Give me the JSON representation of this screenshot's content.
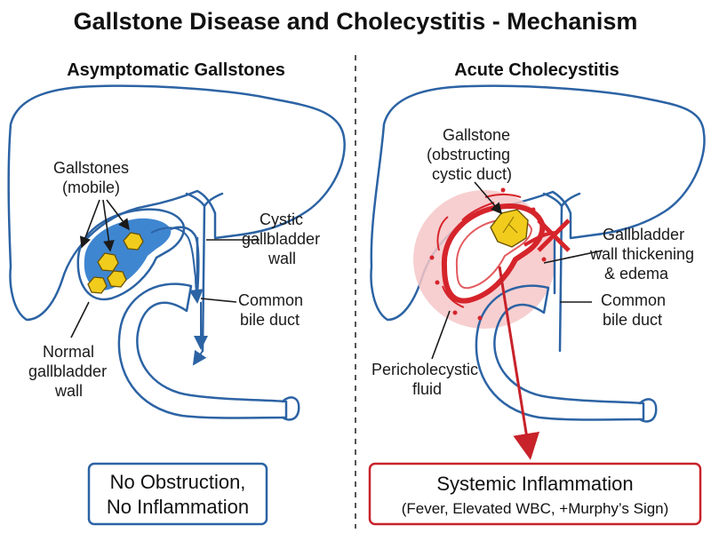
{
  "title": "Gallstone Disease and Cholecystitis - Mechanism",
  "colors": {
    "organ_outline": "#2c63a4",
    "bile": "#3f86d1",
    "stone": "#f1cc1d",
    "inflammation": "#d6242b",
    "inflammation_halo": "#f6c7c8",
    "divider": "#555555"
  },
  "left_panel": {
    "heading": "Asymptomatic Gallstones",
    "labels": {
      "gallstones_line1": "Gallstones",
      "gallstones_line2": "(mobile)",
      "cystic_line1": "Cystic",
      "cystic_line2": "gallbladder",
      "cystic_line3": "wall",
      "common_line1": "Common",
      "common_line2": "bile duct",
      "normal_line1": "Normal",
      "normal_line2": "gallbladder",
      "normal_line3": "wall"
    },
    "summary_box": {
      "line1": "No Obstruction,",
      "line2": "No Inflammation"
    }
  },
  "right_panel": {
    "heading": "Acute Cholecystitis",
    "labels": {
      "gallstone_line1": "Gallstone",
      "gallstone_line2": "(obstructing",
      "gallstone_line3": "cystic duct)",
      "wall_line1": "Gallbladder",
      "wall_line2": "wall thickening",
      "wall_line3": "& edema",
      "common_line1": "Common",
      "common_line2": "bile duct",
      "peri_line1": "Pericholecystic",
      "peri_line2": "fluid"
    },
    "summary_box": {
      "line1": "Systemic Inflammation",
      "line2": "(Fever, Elevated WBC, +Murphy’s Sign)"
    }
  }
}
